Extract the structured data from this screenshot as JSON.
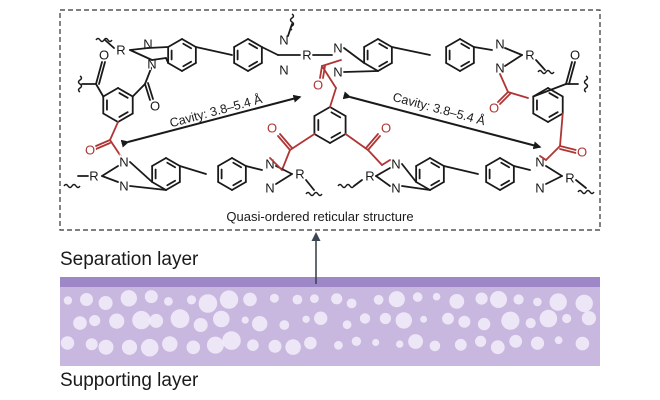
{
  "labels": {
    "cavity_left": "Cavity: 3.8–5.4 Å",
    "cavity_right": "Cavity: 3.8–5.4 Å",
    "structure_caption": "Quasi-ordered reticular structure",
    "separation_layer": "Separation layer",
    "supporting_layer": "Supporting layer"
  },
  "atoms": {
    "nitrogen": "N",
    "oxygen": "O",
    "r_group": "R"
  },
  "colors": {
    "bond_black": "#1a1a1a",
    "linker_red": "#b03535",
    "layer_base": "#c8b7de",
    "layer_top": "#9e87c6",
    "pore": "#f3eefa",
    "frame": "#333333",
    "arrow": "#3c4650"
  }
}
